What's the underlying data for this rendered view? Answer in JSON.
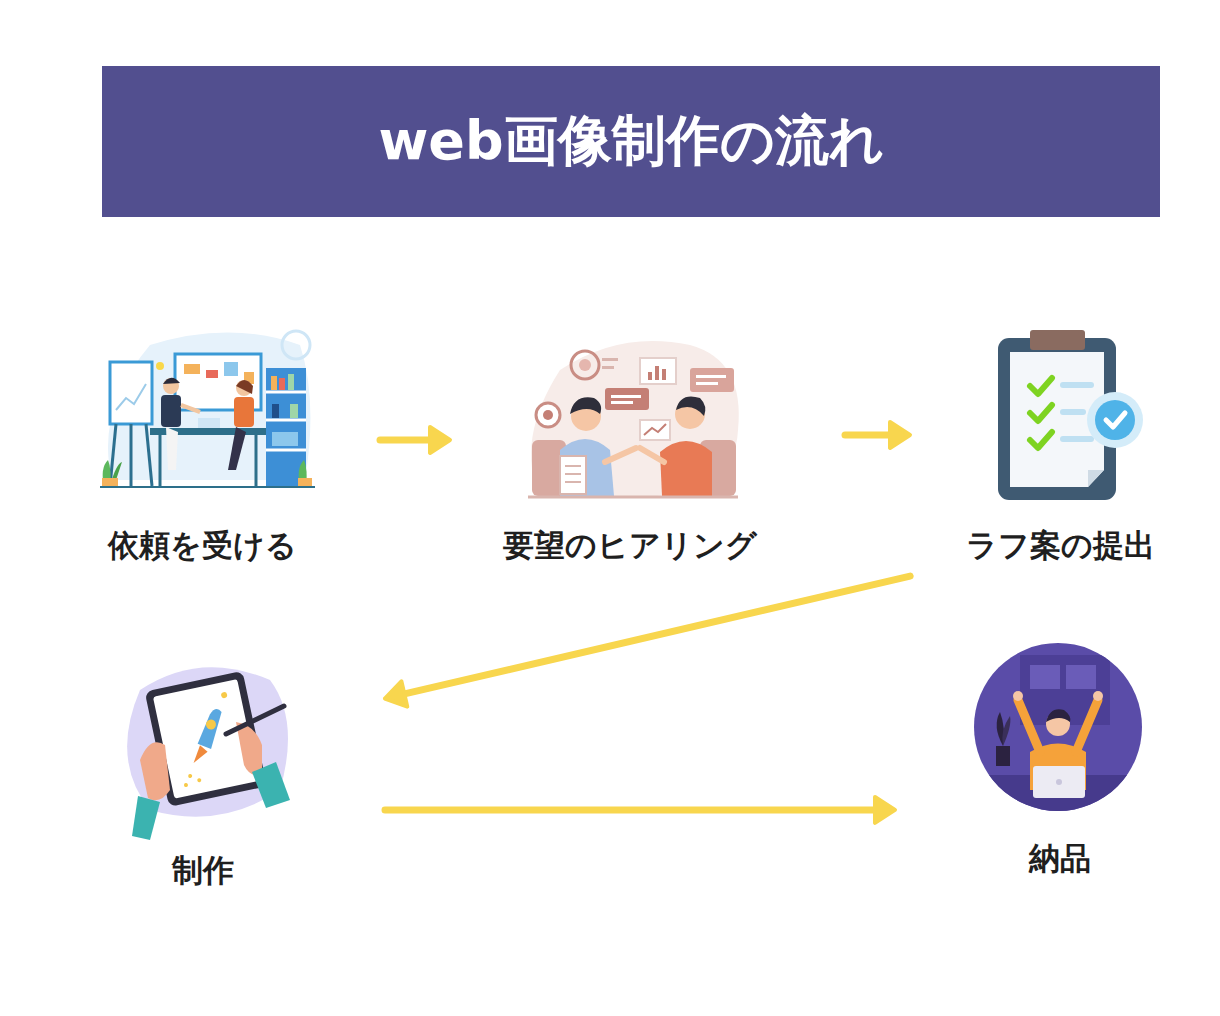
{
  "diagram": {
    "title": "web画像制作の流れ",
    "nodes": [
      {
        "text": [
          "依頼を受ける"
        ]
      },
      {
        "text": [
          "要望のヒアリング"
        ]
      },
      {
        "text": [
          "ラフ案の提出"
        ]
      },
      {
        "text": [
          "制作"
        ]
      },
      {
        "text": [
          "納品"
        ]
      }
    ],
    "edges": [
      {
        "from": 0,
        "to": 1,
        "arrow": "to"
      },
      {
        "from": 1,
        "to": 2,
        "arrow": "to"
      },
      {
        "from": 2,
        "to": 3,
        "arrow": "to"
      },
      {
        "from": 3,
        "to": 4,
        "arrow": "to"
      }
    ]
  }
}
